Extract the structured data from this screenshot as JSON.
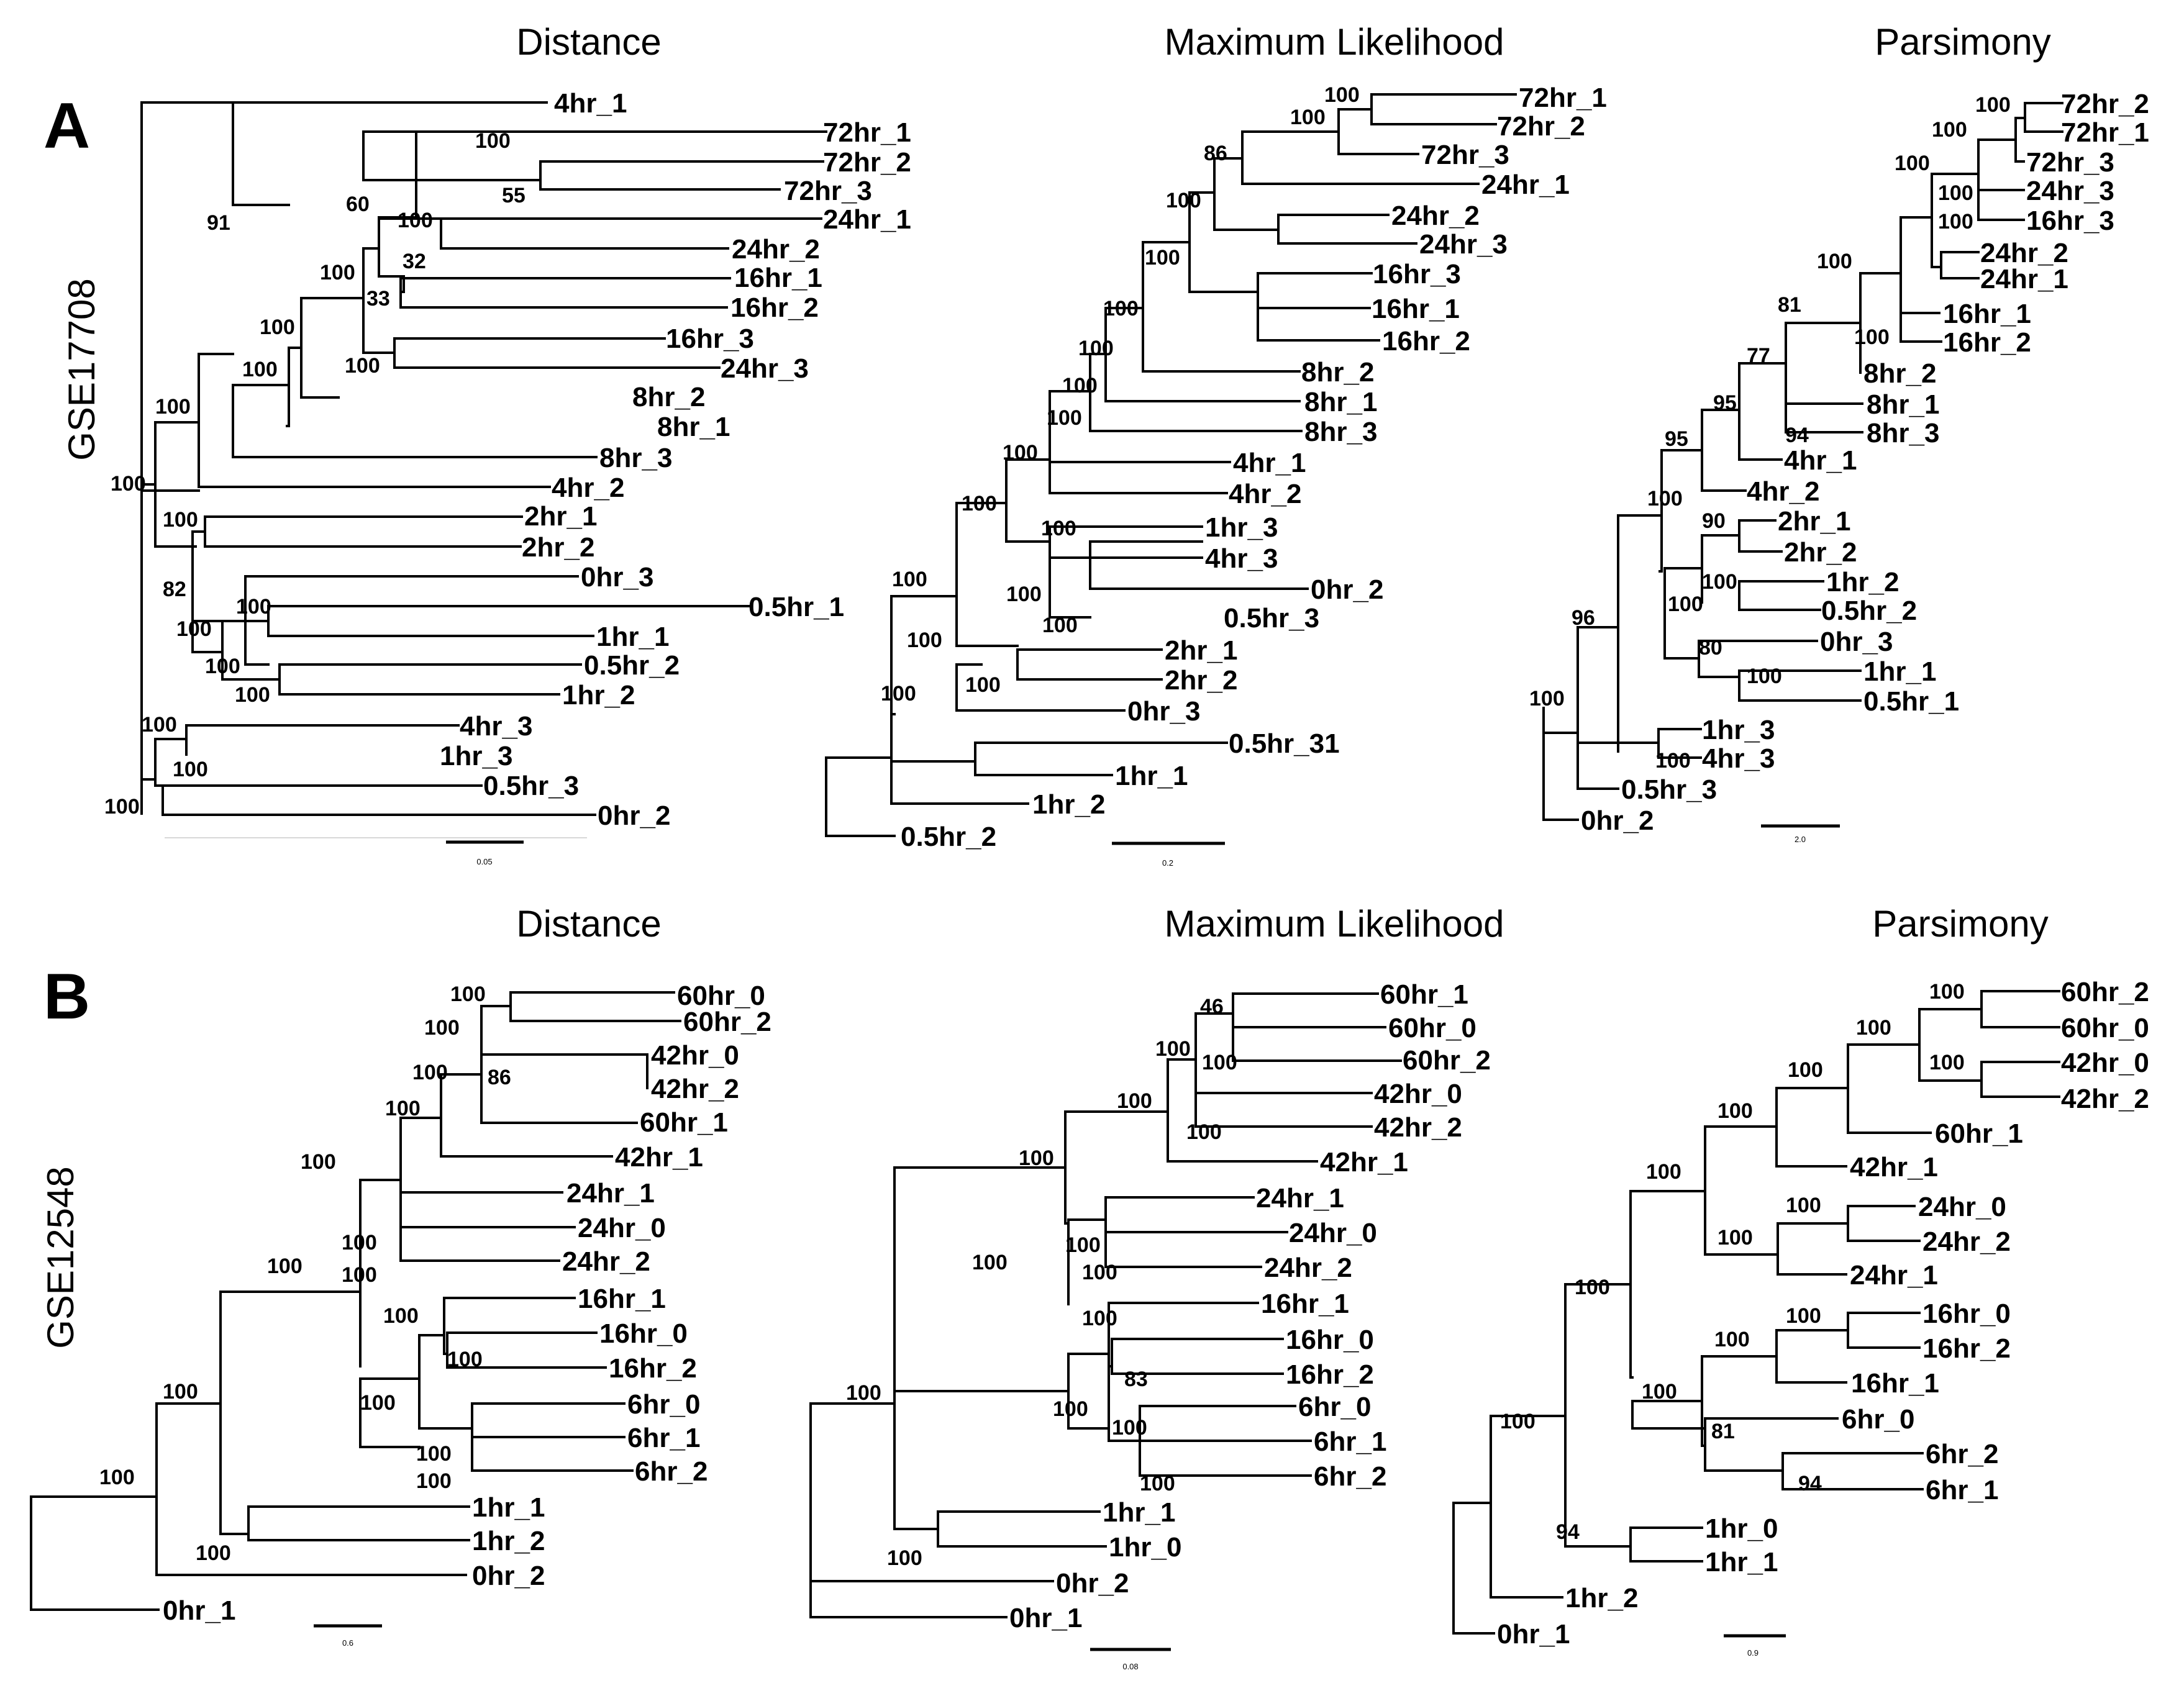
{
  "method_titles": [
    "Distance",
    "Maximum Likelihood",
    "Parsimony"
  ],
  "panels": [
    {
      "letter": "A",
      "dataset": "GSE17708",
      "trees": [
        {
          "method": "Distance",
          "scale": "0.05",
          "leaves": [
            "4hr_1",
            "72hr_1",
            "72hr_2",
            "72hr_3",
            "24hr_1",
            "24hr_2",
            "16hr_1",
            "16hr_2",
            "16hr_3",
            "24hr_3",
            "8hr_2",
            "8hr_1",
            "8hr_3",
            "4hr_2",
            "2hr_1",
            "2hr_2",
            "0hr_3",
            "0.5hr_1",
            "1hr_1",
            "0.5hr_2",
            "1hr_2",
            "4hr_3",
            "1hr_3",
            "0.5hr_3",
            "0hr_2"
          ],
          "support_values": [
            "91",
            "100",
            "55",
            "60",
            "100",
            "32",
            "33",
            "100",
            "100",
            "100",
            "100",
            "100",
            "100",
            "100",
            "82",
            "100",
            "100",
            "100",
            "100",
            "100",
            "100",
            "100"
          ]
        },
        {
          "method": "Maximum Likelihood",
          "scale": "0.2",
          "leaves": [
            "72hr_1",
            "72hr_2",
            "72hr_3",
            "24hr_1",
            "24hr_2",
            "24hr_3",
            "16hr_3",
            "16hr_1",
            "16hr_2",
            "8hr_2",
            "8hr_1",
            "8hr_3",
            "4hr_1",
            "4hr_2",
            "1hr_3",
            "4hr_3",
            "0hr_2",
            "0.5hr_3",
            "2hr_1",
            "2hr_2",
            "0hr_3",
            "0.5hr_31",
            "1hr_1",
            "1hr_2",
            "0.5hr_2"
          ],
          "support_values": [
            "100",
            "100",
            "86",
            "100",
            "100",
            "100",
            "100",
            "100",
            "100",
            "100",
            "100",
            "100",
            "100",
            "100",
            "100",
            "100",
            "100",
            "100"
          ]
        },
        {
          "method": "Parsimony",
          "scale": "2.0",
          "leaves": [
            "72hr_2",
            "72hr_1",
            "72hr_3",
            "24hr_3",
            "16hr_3",
            "24hr_2",
            "24hr_1",
            "16hr_1",
            "16hr_2",
            "8hr_2",
            "8hr_1",
            "8hr_3",
            "4hr_1",
            "4hr_2",
            "2hr_1",
            "2hr_2",
            "1hr_2",
            "0.5hr_2",
            "0hr_3",
            "1hr_1",
            "0.5hr_1",
            "1hr_3",
            "4hr_3",
            "0.5hr_3",
            "0hr_2"
          ],
          "support_values": [
            "100",
            "100",
            "100",
            "100",
            "100",
            "100",
            "100",
            "81",
            "77",
            "94",
            "95",
            "95",
            "100",
            "90",
            "100",
            "100",
            "80",
            "100",
            "96",
            "100"
          ]
        }
      ]
    },
    {
      "letter": "B",
      "dataset": "GSE12548",
      "trees": [
        {
          "method": "Distance",
          "scale": "0.6",
          "leaves": [
            "60hr_0",
            "60hr_2",
            "42hr_0",
            "42hr_2",
            "60hr_1",
            "42hr_1",
            "24hr_1",
            "24hr_0",
            "24hr_2",
            "16hr_1",
            "16hr_0",
            "16hr_2",
            "6hr_0",
            "6hr_1",
            "6hr_2",
            "1hr_1",
            "1hr_2",
            "0hr_2",
            "0hr_1"
          ],
          "support_values": [
            "100",
            "100",
            "86",
            "100",
            "100",
            "100",
            "100",
            "100",
            "100",
            "100",
            "100",
            "100",
            "100",
            "100",
            "100",
            "100",
            "100"
          ]
        },
        {
          "method": "Maximum Likelihood",
          "scale": "0.08",
          "leaves": [
            "60hr_1",
            "60hr_0",
            "60hr_2",
            "42hr_0",
            "42hr_2",
            "42hr_1",
            "24hr_1",
            "24hr_0",
            "24hr_2",
            "16hr_1",
            "16hr_0",
            "16hr_2",
            "6hr_0",
            "6hr_1",
            "6hr_2",
            "1hr_1",
            "1hr_0",
            "0hr_2",
            "0hr_1"
          ],
          "support_values": [
            "46",
            "100",
            "100",
            "100",
            "100",
            "100",
            "100",
            "100",
            "100",
            "83",
            "100",
            "100",
            "100",
            "100",
            "100",
            "100"
          ]
        },
        {
          "method": "Parsimony",
          "scale": "0.9",
          "leaves": [
            "60hr_2",
            "60hr_0",
            "42hr_0",
            "42hr_2",
            "60hr_1",
            "42hr_1",
            "24hr_0",
            "24hr_2",
            "24hr_1",
            "16hr_0",
            "16hr_2",
            "16hr_1",
            "6hr_0",
            "6hr_2",
            "6hr_1",
            "1hr_0",
            "1hr_1",
            "1hr_2",
            "0hr_1"
          ],
          "support_values": [
            "100",
            "100",
            "100",
            "100",
            "100",
            "100",
            "100",
            "100",
            "100",
            "100",
            "100",
            "81",
            "94",
            "100"
          ]
        }
      ]
    }
  ]
}
